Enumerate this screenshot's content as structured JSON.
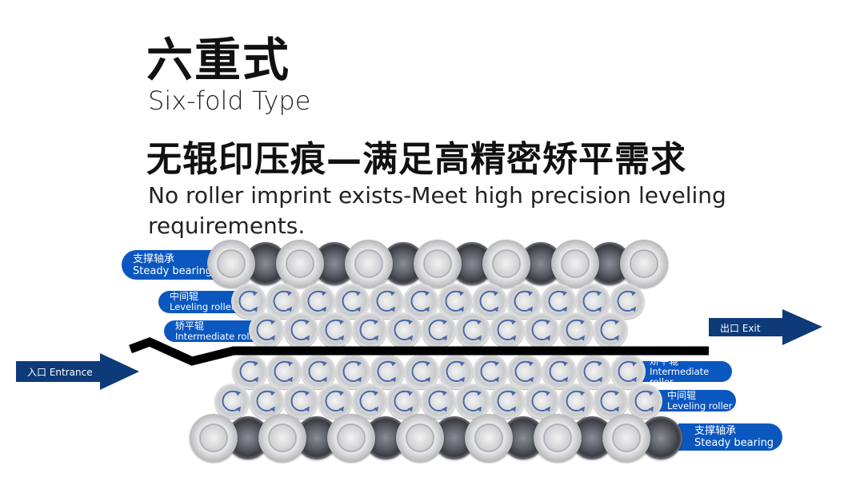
{
  "title": {
    "cn": "六重式",
    "en": "Six-fold Type"
  },
  "subtitle": {
    "cn": "无辊印压痕—满足高精密矫平需求",
    "en": "No roller imprint exists-Meet high precision leveling requirements."
  },
  "labels": {
    "top_steady": {
      "cn": "支撑轴承",
      "en": "Steady bearing"
    },
    "top_leveling": {
      "cn": "中间辊",
      "en": "Leveling roller"
    },
    "top_intermediate": {
      "cn": "矫平辊",
      "en": "Intermediate roller"
    },
    "bottom_intermediate": {
      "cn": "矫平辊",
      "en": "Intermediate roller"
    },
    "bottom_leveling": {
      "cn": "中间辊",
      "en": "Leveling roller"
    },
    "bottom_steady": {
      "cn": "支撑轴承",
      "en": "Steady bearing"
    }
  },
  "entrance": "入口 Entrance",
  "exit": "出口 Exit",
  "colors": {
    "pill": "#0b57c0",
    "arrow": "#0d3a78",
    "rotation_mark": "#4a68a8",
    "strip": "#000000"
  }
}
